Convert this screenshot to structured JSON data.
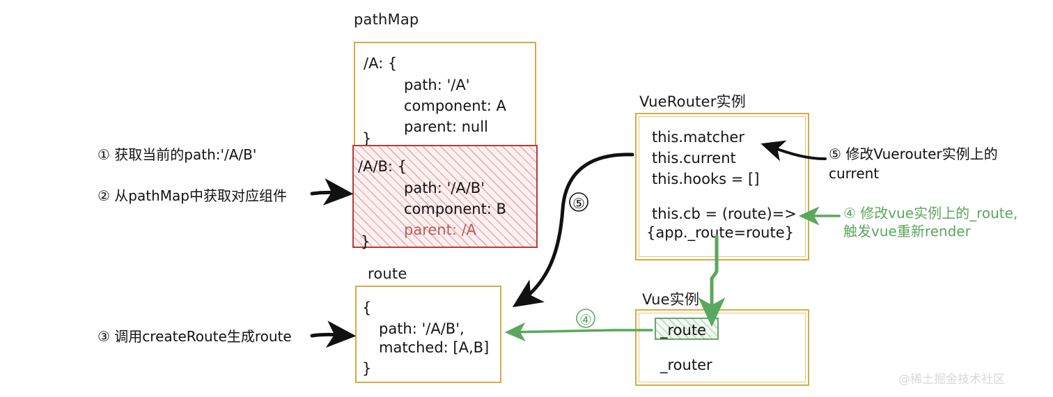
{
  "diagram": {
    "title_watermark": "@稀土掘金技术社区",
    "path_map": {
      "label": "pathMap",
      "entry_a": {
        "key": "/A: {",
        "lines": [
          "path: '/A'",
          "component: A",
          "parent: null"
        ],
        "close": "}"
      },
      "entry_ab": {
        "key": "/A/B: {",
        "lines": [
          "path: '/A/B'",
          "component: B"
        ],
        "parent_line": "parent: /A",
        "close": "}"
      }
    },
    "route_box": {
      "label": "route",
      "open": "{",
      "lines": [
        "path: '/A/B',",
        "matched: [A,B]"
      ],
      "close": "}"
    },
    "vue_router_box": {
      "label": "VueRouter实例",
      "lines": [
        "this.matcher",
        "this.current",
        "this.hooks = []"
      ],
      "cb_lines": [
        "this.cb = (route)=>",
        "{app._route=route}"
      ]
    },
    "vue_box": {
      "label": "Vue实例",
      "route_field": "_route",
      "router_field": "_router"
    },
    "steps": {
      "s1": "① 获取当前的path:'/A/B'",
      "s2": "② 从pathMap中获取对应组件",
      "s3": "③ 调用createRoute生成route",
      "s5_right_line1": "⑤ 修改Vuerouter实例上的",
      "s5_right_line2": "current",
      "s4_right_line1": "④ 修改vue实例上的_route,",
      "s4_right_line2": "触发vue重新render",
      "marker5": "⑤",
      "marker4": "④"
    },
    "colors": {
      "box_border": "#d6ab45",
      "hatch_red_border": "#b93a3a",
      "hatch_red_fill": "#c94c4c",
      "green_accent": "#5aa75f",
      "black_arrow": "#111111",
      "parent_red_text": "#bf5b5b"
    }
  }
}
